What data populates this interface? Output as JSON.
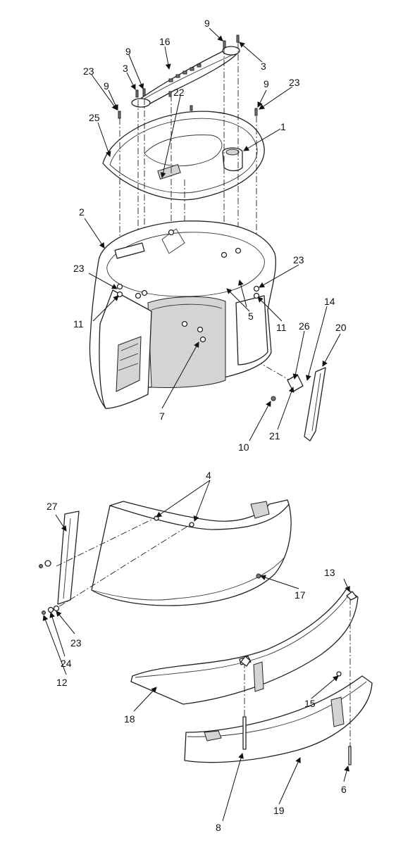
{
  "callouts": {
    "c1": "1",
    "c2": "2",
    "c3a": "3",
    "c3b": "3",
    "c4": "4",
    "c5": "5",
    "c6": "6",
    "c7": "7",
    "c8": "8",
    "c9a": "9",
    "c9b": "9",
    "c9c": "9",
    "c9d": "9",
    "c10": "10",
    "c11a": "11",
    "c11b": "11",
    "c12": "12",
    "c13": "13",
    "c14": "14",
    "c15": "15",
    "c16": "16",
    "c17": "17",
    "c18": "18",
    "c19": "19",
    "c20": "20",
    "c21": "21",
    "c22": "22",
    "c23a": "23",
    "c23b": "23",
    "c23c": "23",
    "c23d": "23",
    "c23e": "23",
    "c24": "24",
    "c25": "25",
    "c26": "26",
    "c27": "27"
  }
}
